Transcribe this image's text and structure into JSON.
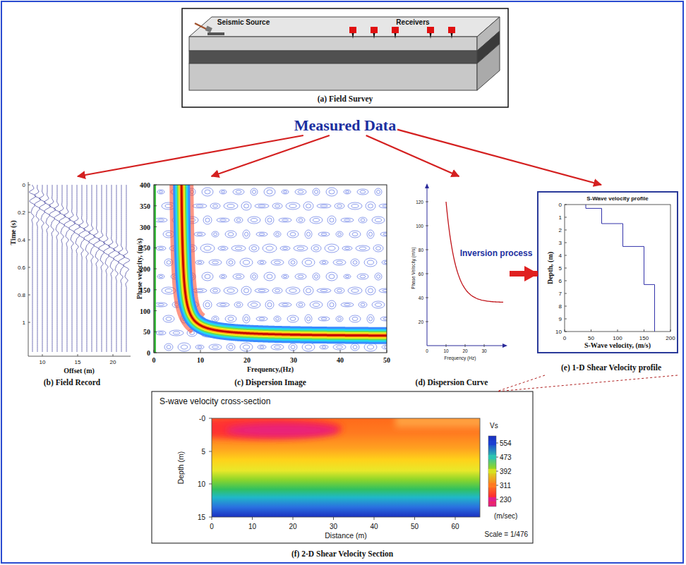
{
  "diagram": {
    "nodes": [
      {
        "text": [
          "Seismic Source",
          "Receivers",
          "(a) Field Survey"
        ]
      },
      {
        "text": [
          "Measured Data"
        ]
      },
      {
        "text": [
          "0",
          "0.2",
          "0.4",
          "0.6",
          "0.8",
          "1",
          "Time (s)",
          "10",
          "15",
          "20",
          "Offset (m)",
          "(b) Field Record"
        ]
      },
      {
        "text": [
          "0",
          "50",
          "100",
          "150",
          "200",
          "250",
          "300",
          "350",
          "400",
          "Phase velocity, (m/s)",
          "0",
          "10",
          "20",
          "30",
          "40",
          "50",
          "Frequency,(Hz)",
          "(c) Dispersion Image"
        ]
      },
      {
        "text": [
          "20",
          "40",
          "60",
          "80",
          "100",
          "120",
          "Phase Velocity (m/s)",
          "0",
          "10",
          "20",
          "30",
          "Frequency (Hz)",
          "(d) Dispersion Curve"
        ]
      },
      {
        "text": [
          "S-Wave velocity profile",
          "0",
          "1",
          "2",
          "3",
          "4",
          "5",
          "6",
          "7",
          "8",
          "9",
          "10",
          "Depth, (m)",
          "0",
          "50",
          "100",
          "150",
          "200",
          "S-Wave velocity, (m/s)",
          "(e) 1-D Shear Velocity profile"
        ]
      },
      {
        "text": [
          "S-wave velocity cross-section",
          "-0",
          "5",
          "10",
          "15",
          "Depth (m)",
          "0",
          "10",
          "20",
          "30",
          "40",
          "50",
          "60",
          "Distance (m)",
          "Vs",
          "(m/sec)",
          "Scale = 1/476",
          "(f) 2-D Shear Velocity Section"
        ]
      }
    ],
    "edges": [
      {
        "from": 1,
        "to": 2,
        "arrow": "to"
      },
      {
        "from": 1,
        "to": 3,
        "arrow": "to"
      },
      {
        "from": 1,
        "to": 4,
        "arrow": "to"
      },
      {
        "from": 1,
        "to": 5,
        "arrow": "to"
      },
      {
        "from": 4,
        "to": 5,
        "label": "Inversion process",
        "arrow": "to"
      },
      {
        "from": 5,
        "to": 6,
        "arrow": "none"
      }
    ],
    "legend": [
      {
        "text": "554",
        "color": "#1b3fd0"
      },
      {
        "text": "473",
        "color": "#2ec4b0"
      },
      {
        "text": "392",
        "color": "#d8e020"
      },
      {
        "text": "311",
        "color": "#ff7a20"
      },
      {
        "text": "230",
        "color": "#e0208a"
      }
    ]
  }
}
